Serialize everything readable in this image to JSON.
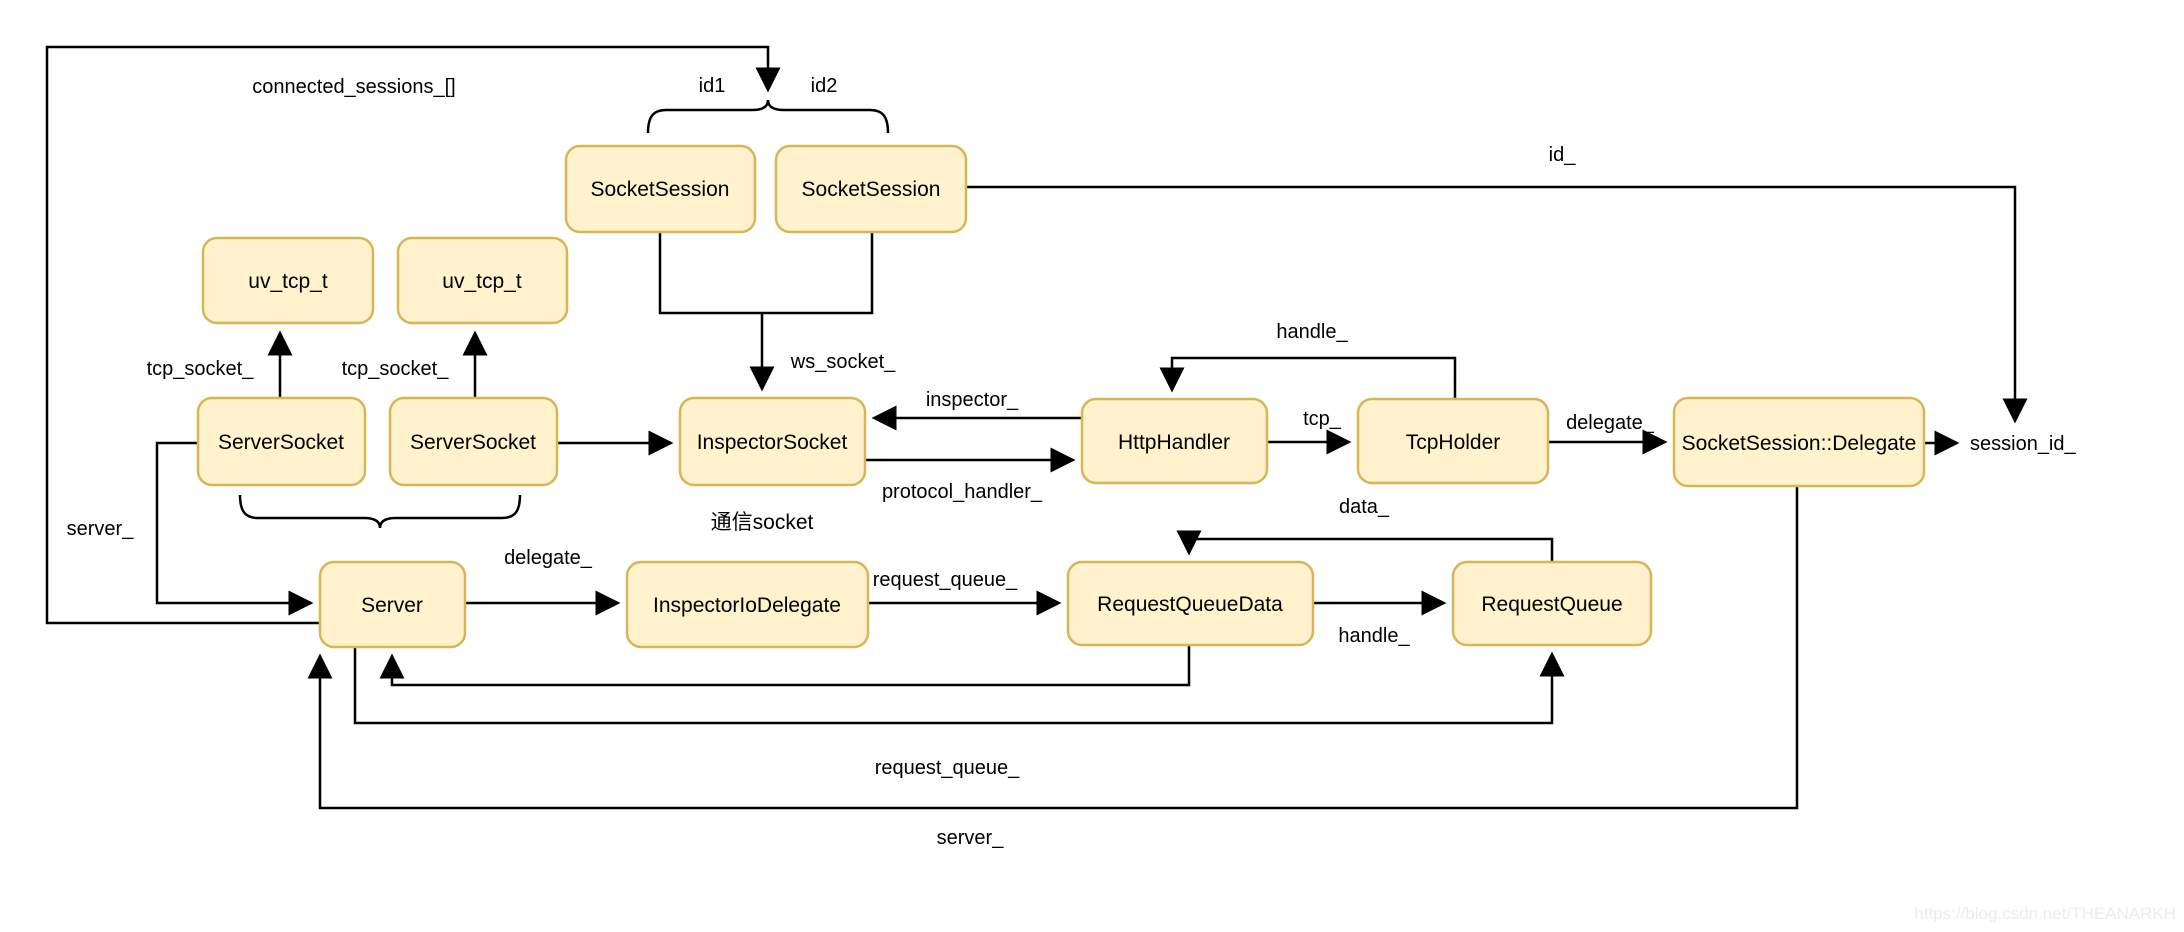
{
  "diagram": {
    "nodes": {
      "uv_tcp_t_1": {
        "label": "uv_tcp_t"
      },
      "uv_tcp_t_2": {
        "label": "uv_tcp_t"
      },
      "socket_session_1": {
        "label": "SocketSession"
      },
      "socket_session_2": {
        "label": "SocketSession"
      },
      "server_socket_1": {
        "label": "ServerSocket"
      },
      "server_socket_2": {
        "label": "ServerSocket"
      },
      "inspector_socket": {
        "label": "InspectorSocket"
      },
      "http_handler": {
        "label": "HttpHandler"
      },
      "tcp_holder": {
        "label": "TcpHolder"
      },
      "socket_session_delegate": {
        "label": "SocketSession::Delegate"
      },
      "server": {
        "label": "Server"
      },
      "inspector_io_delegate": {
        "label": "InspectorIoDelegate"
      },
      "request_queue_data": {
        "label": "RequestQueueData"
      },
      "request_queue": {
        "label": "RequestQueue"
      }
    },
    "edge_labels": {
      "connected_sessions": "connected_sessions_[]",
      "id1": "id1",
      "id2": "id2",
      "id": "id_",
      "tcp_socket_1": "tcp_socket_",
      "tcp_socket_2": "tcp_socket_",
      "ws_socket": "ws_socket_",
      "inspector": "inspector_",
      "protocol_handler": "protocol_handler_",
      "comm_socket": "通信socket",
      "handle_top": "handle_",
      "tcp": "tcp_",
      "delegate_right": "delegate_",
      "data": "data_",
      "session_id": "session_id_",
      "server_left": "server_",
      "delegate_mid": "delegate_",
      "request_queue_mid": "request_queue_",
      "handle_bottom": "handle_",
      "request_queue_bottom": "request_queue_",
      "server_bottom": "server_"
    },
    "watermark": "https://blog.csdn.net/THEANARKH",
    "colors": {
      "node_fill": "#FFF2CC",
      "node_stroke": "#D6B656",
      "line": "#000000",
      "watermark": "#ECECEC",
      "background": "#FFFFFF",
      "text": "#000000"
    }
  }
}
